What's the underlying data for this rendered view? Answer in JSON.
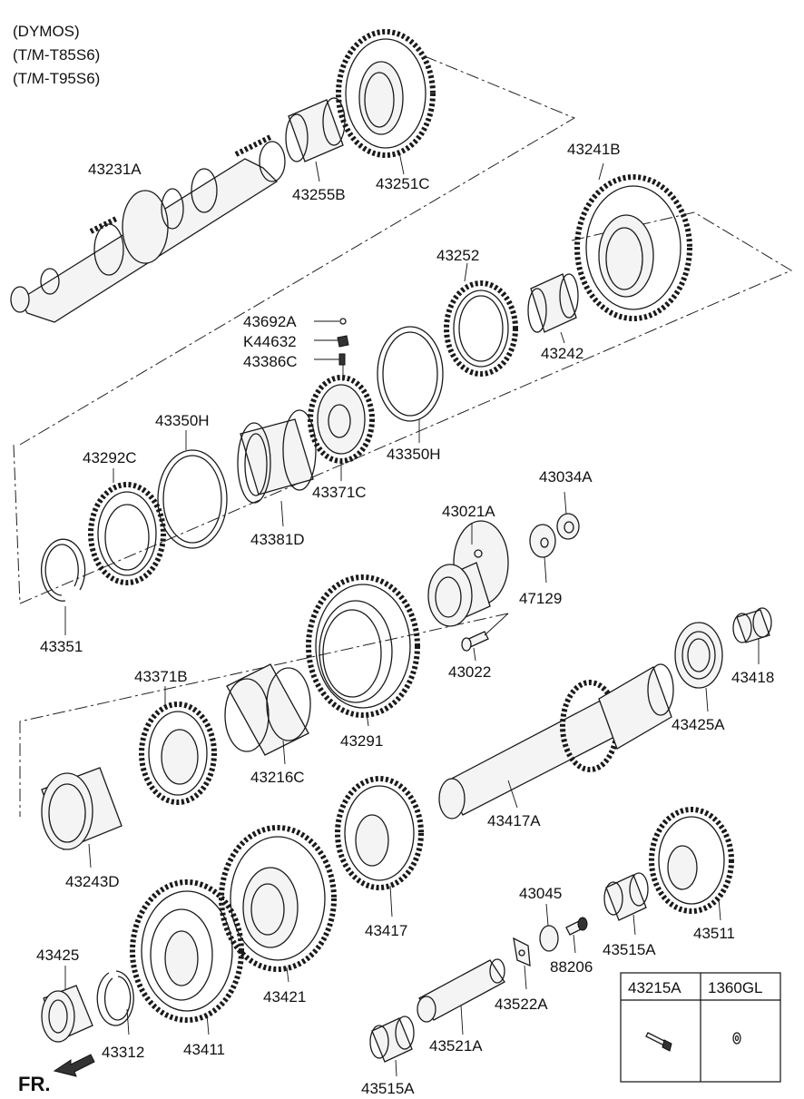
{
  "header": {
    "lines": [
      "(DYMOS)",
      "(T/M-T85S6)",
      "(T/M-T95S6)"
    ]
  },
  "parts": {
    "p43231A": "43231A",
    "p43255B": "43255B",
    "p43251C": "43251C",
    "p43241B": "43241B",
    "p43252": "43252",
    "p43242": "43242",
    "p43692A": "43692A",
    "pK44632": "K44632",
    "p43386C": "43386C",
    "p43350H_a": "43350H",
    "p43350H_b": "43350H",
    "p43371C": "43371C",
    "p43381D": "43381D",
    "p43292C": "43292C",
    "p43351": "43351",
    "p43021A": "43021A",
    "p43034A": "43034A",
    "p47129": "47129",
    "p43022": "43022",
    "p43371B": "43371B",
    "p43291": "43291",
    "p43216C": "43216C",
    "p43425A": "43425A",
    "p43418": "43418",
    "p43417A": "43417A",
    "p43243D": "43243D",
    "p43417": "43417",
    "p43045": "43045",
    "p88206": "88206",
    "p43515A_a": "43515A",
    "p43511": "43511",
    "p43425": "43425",
    "p43312": "43312",
    "p43411": "43411",
    "p43421": "43421",
    "p43522A": "43522A",
    "p43521A": "43521A",
    "p43515A_b": "43515A"
  },
  "legend_table": {
    "col1": "43215A",
    "col2": "1360GL"
  },
  "direction_label": "FR."
}
